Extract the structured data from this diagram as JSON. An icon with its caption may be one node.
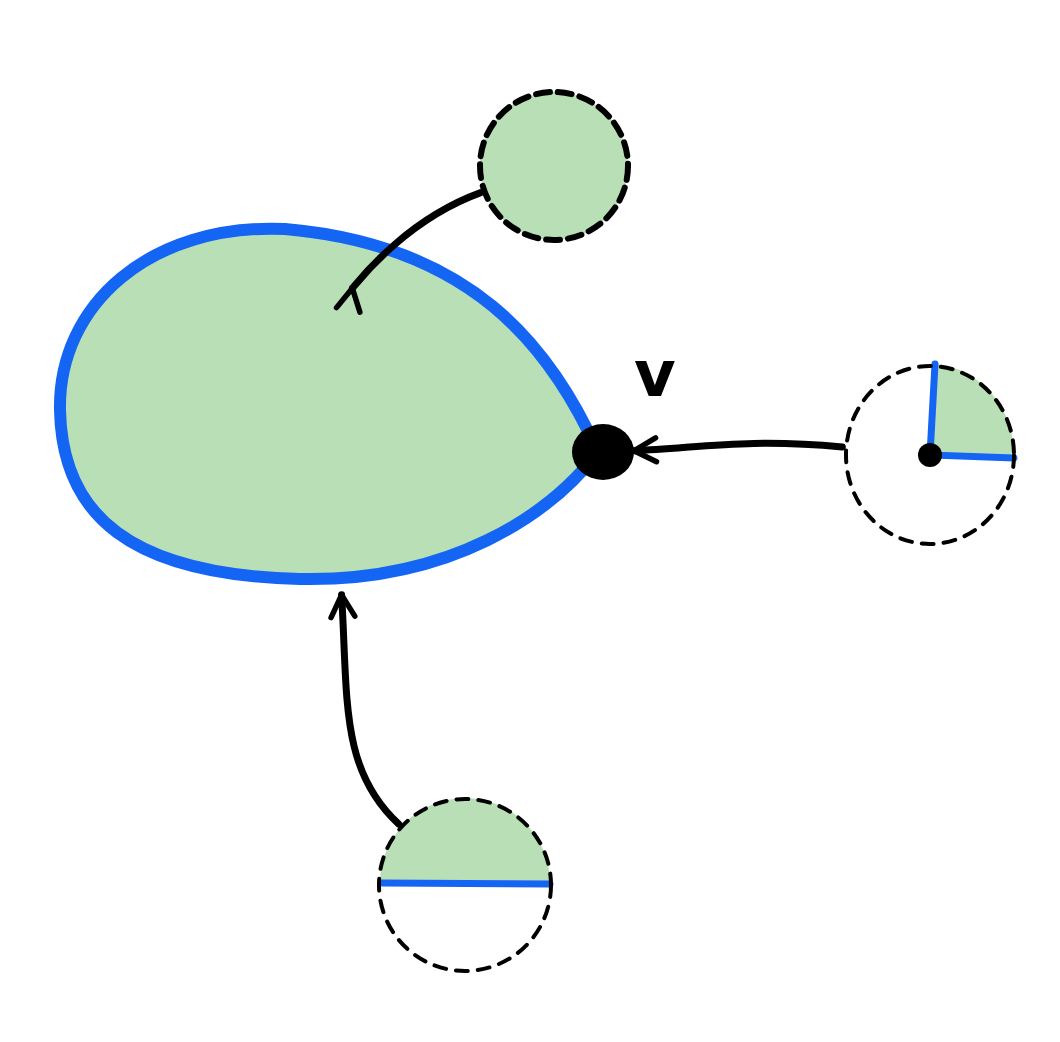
{
  "diagram": {
    "nodes": [
      {
        "text": [],
        "shape": "oval"
      },
      {
        "text": [],
        "shape": "circle"
      },
      {
        "text": [],
        "shape": "dot",
        "beside": [
          "v"
        ]
      },
      {
        "text": [],
        "shape": "circle"
      },
      {
        "text": [],
        "shape": "circle"
      }
    ],
    "edges": [
      {
        "from": 1,
        "to": 0,
        "arrow": "to"
      },
      {
        "from": 3,
        "to": 2,
        "arrow": "to"
      },
      {
        "from": 4,
        "to": 0,
        "arrow": "to"
      }
    ]
  }
}
